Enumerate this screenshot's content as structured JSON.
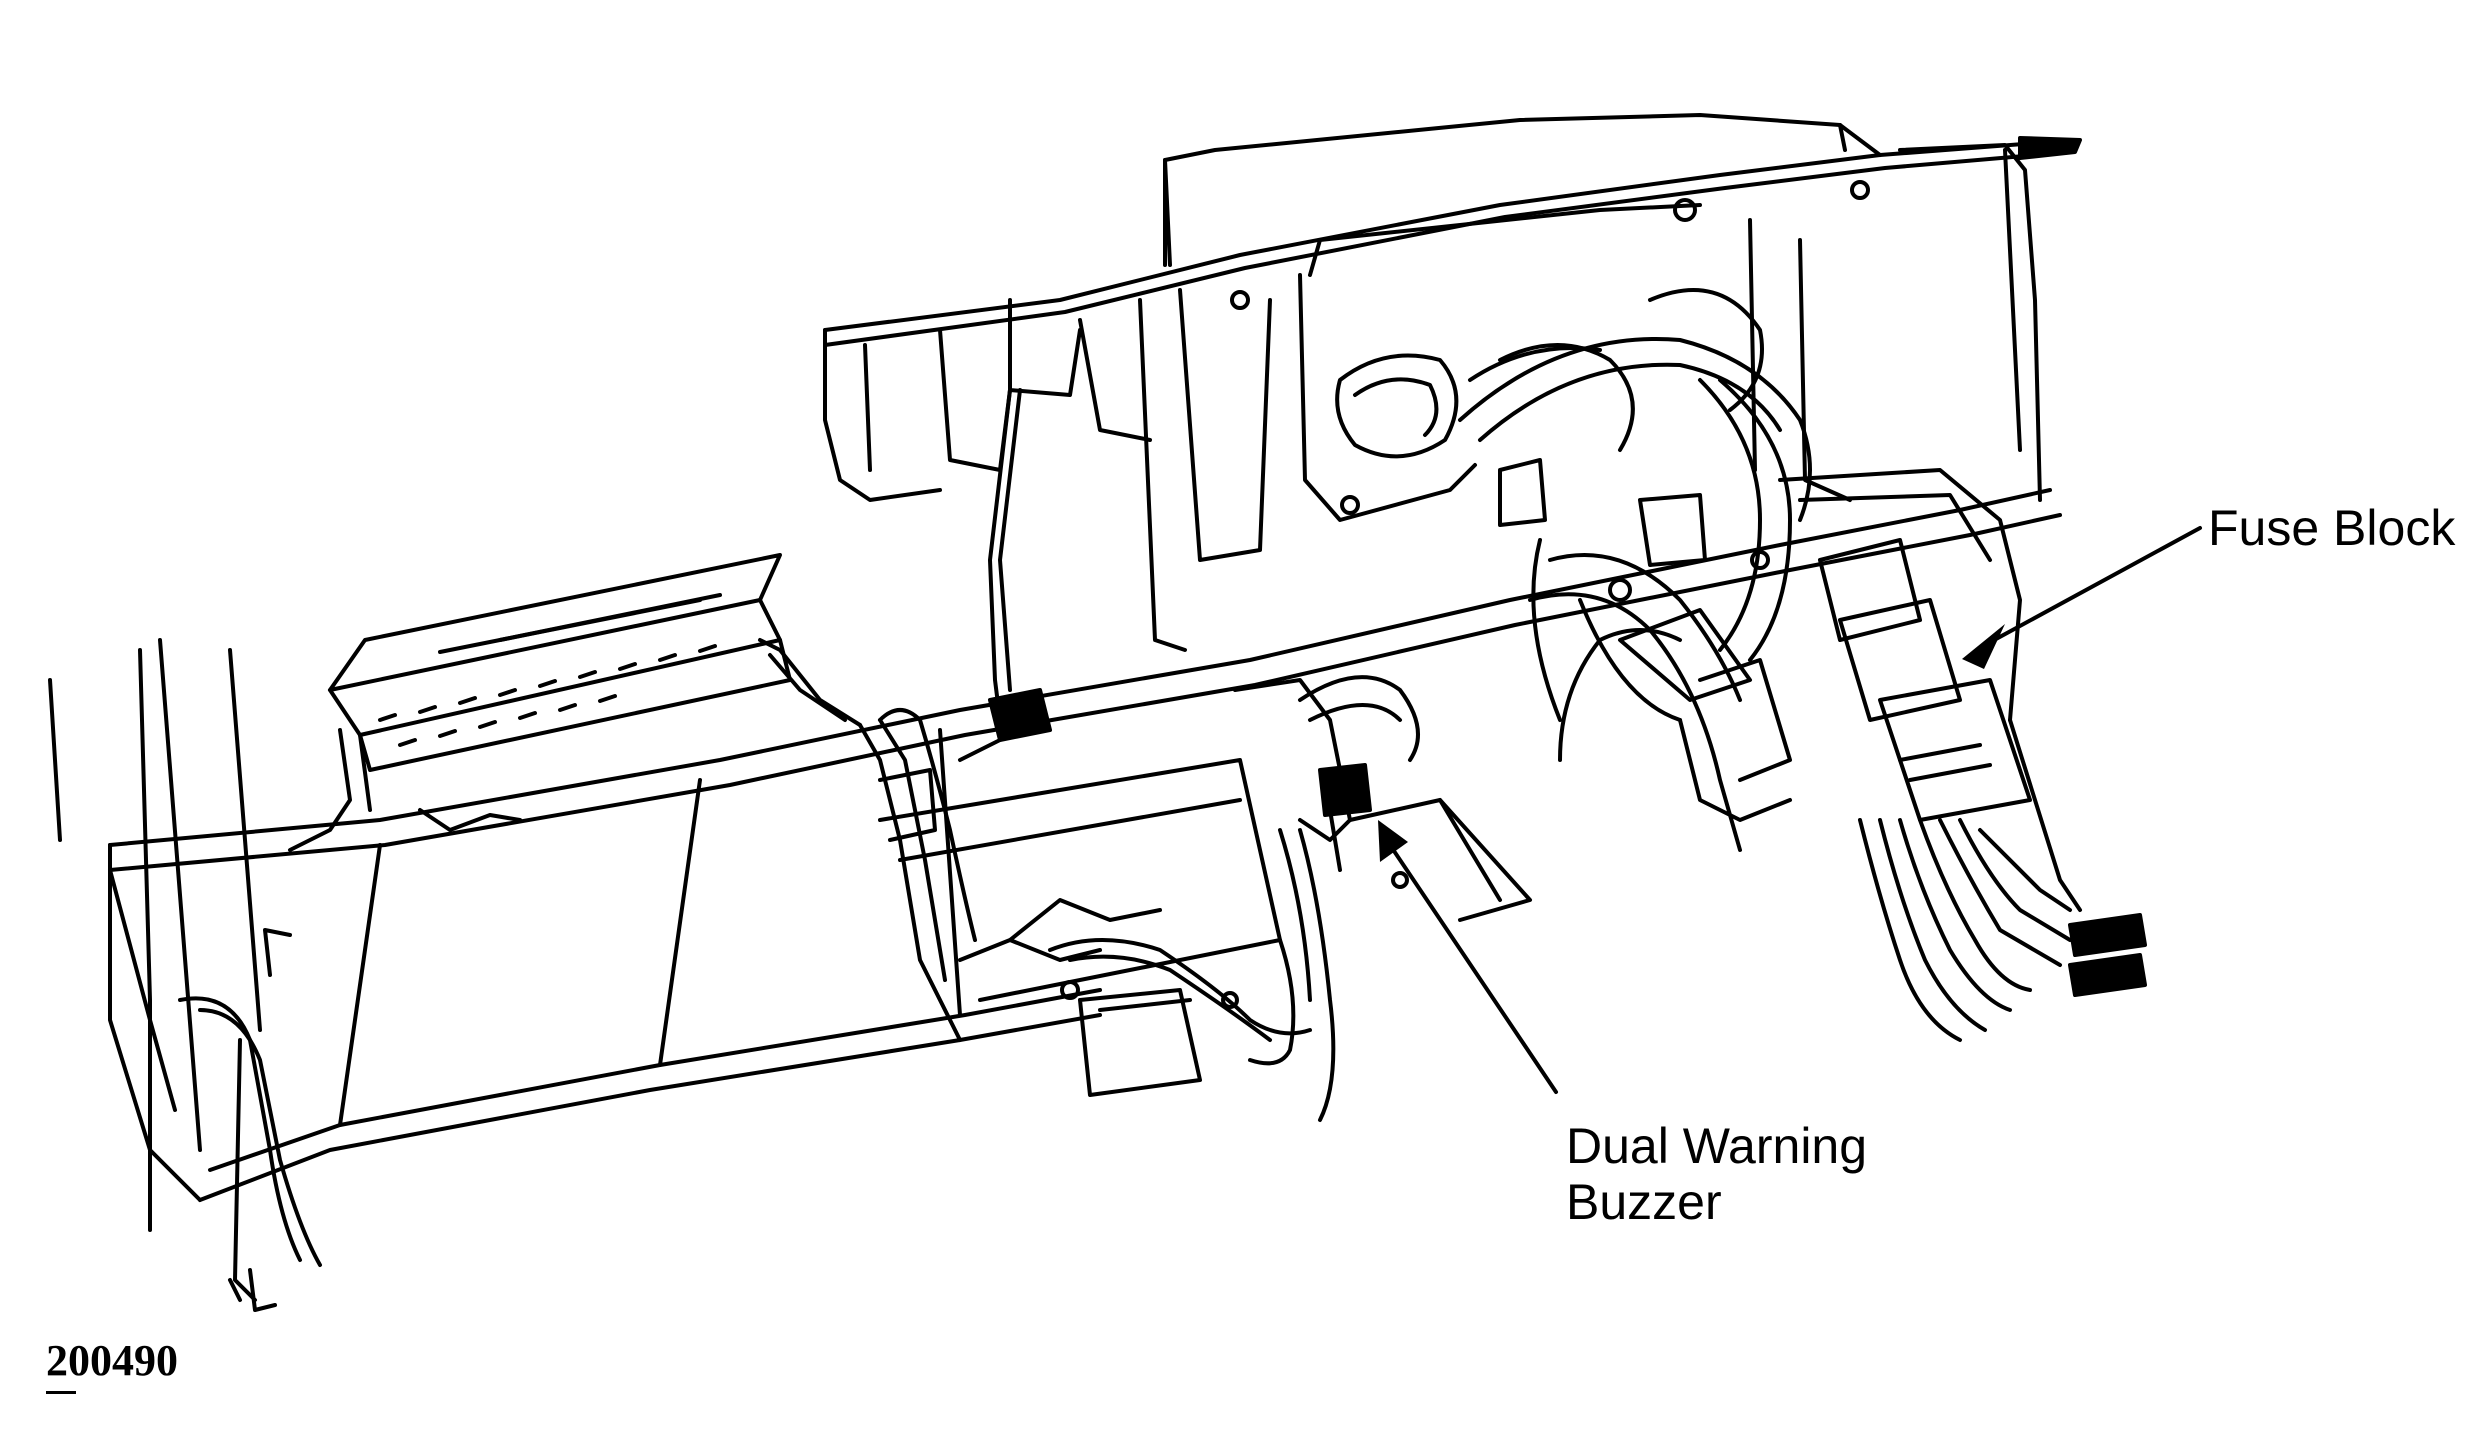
{
  "diagram": {
    "line_color": "#000000",
    "background_color": "#ffffff",
    "callouts": {
      "fuse_block": "Fuse Block",
      "dual_warning_buzzer_line1": "Dual Warning",
      "dual_warning_buzzer_line2": "Buzzer"
    },
    "figure_id": "200490"
  }
}
